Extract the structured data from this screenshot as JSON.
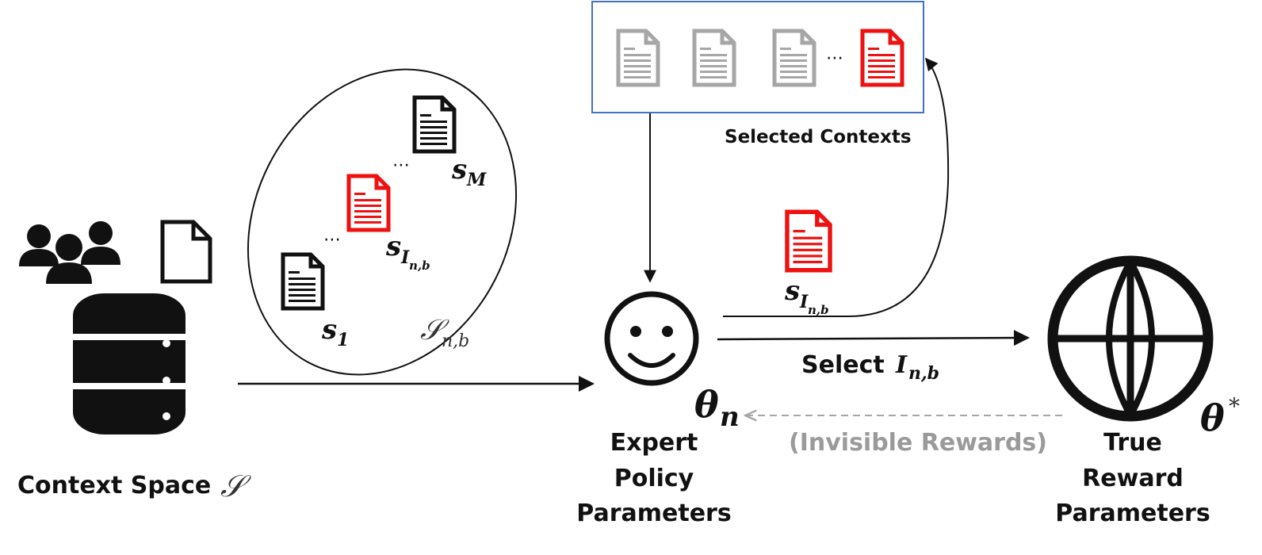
{
  "colors": {
    "accent_red": "#ee1111",
    "doc_black": "#111111",
    "doc_gray": "#a6a6a6",
    "box_blue": "#4472c4",
    "hidden_gray": "#9a9a9a"
  },
  "icons": [
    "users-icon",
    "document-icon",
    "database-icon",
    "smiley-icon",
    "globe-icon"
  ],
  "context_space": {
    "label": "Context Space",
    "symbol": "𝒮"
  },
  "sample_set": {
    "symbol": "𝒮",
    "sub": "n,b",
    "first": {
      "base": "s",
      "sub": "1"
    },
    "last": {
      "base": "s",
      "sub": "M"
    },
    "selected": {
      "base": "s",
      "sub_main": "I",
      "sub_sub": "n,b"
    },
    "ellipsis": "⋯"
  },
  "selected_contexts": {
    "label": "Selected Contexts",
    "ellipsis": "⋯"
  },
  "chosen_doc": {
    "base": "s",
    "sub_main": "I",
    "sub_sub": "n,b"
  },
  "expert": {
    "label_lines": [
      "Expert",
      "Policy",
      "Parameters"
    ],
    "theta": "θ",
    "theta_sub": "n"
  },
  "select_action": {
    "word": "Select",
    "sym": "I",
    "sub": "n,b"
  },
  "true_reward": {
    "label_lines": [
      "True",
      "Reward",
      "Parameters"
    ],
    "theta": "θ",
    "theta_sup": "*"
  },
  "invisible": {
    "label": "(Invisible Rewards)"
  }
}
